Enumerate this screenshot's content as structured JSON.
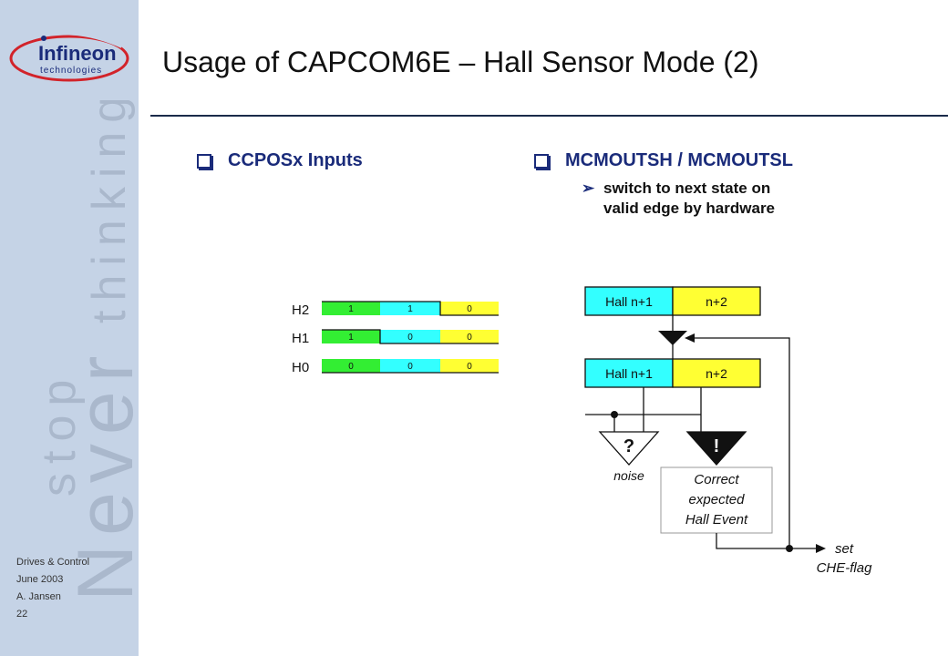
{
  "brand": {
    "name": "Infineon",
    "sub": "technologies",
    "tagline_1": "Never",
    "tagline_2": "stop",
    "tagline_3": "thinking"
  },
  "footer": {
    "dept": "Drives & Control",
    "date": "June 2003",
    "author": "A. Jansen",
    "page": "22"
  },
  "title": "Usage of CAPCOM6E – Hall Sensor Mode (2)",
  "left_bullet": "CCPOSx Inputs",
  "right_bullet": "MCMOUTSH / MCMOUTSL",
  "sub_bullet": [
    "switch to next state on",
    "valid edge by hardware"
  ],
  "signals": [
    {
      "name": "H2",
      "bits": [
        "1",
        "1",
        "0"
      ]
    },
    {
      "name": "H1",
      "bits": [
        "1",
        "0",
        "0"
      ]
    },
    {
      "name": "H0",
      "bits": [
        "0",
        "0",
        "0"
      ]
    }
  ],
  "state_machine": {
    "reg_top": [
      "Hall n+1",
      "n+2"
    ],
    "reg_bottom": [
      "Hall n+1",
      "n+2"
    ],
    "noise_symbol": "?",
    "noise_label": "noise",
    "correct_symbol": "!",
    "correct_label": [
      "Correct",
      "expected",
      "Hall Event"
    ],
    "set_label": [
      "set",
      "CHE-flag"
    ]
  },
  "colors": {
    "green": "#33ee33",
    "cyan": "#33ffff",
    "yellow": "#ffff33",
    "navy": "#1a2b7a",
    "sidebar": "#c5d3e6"
  }
}
